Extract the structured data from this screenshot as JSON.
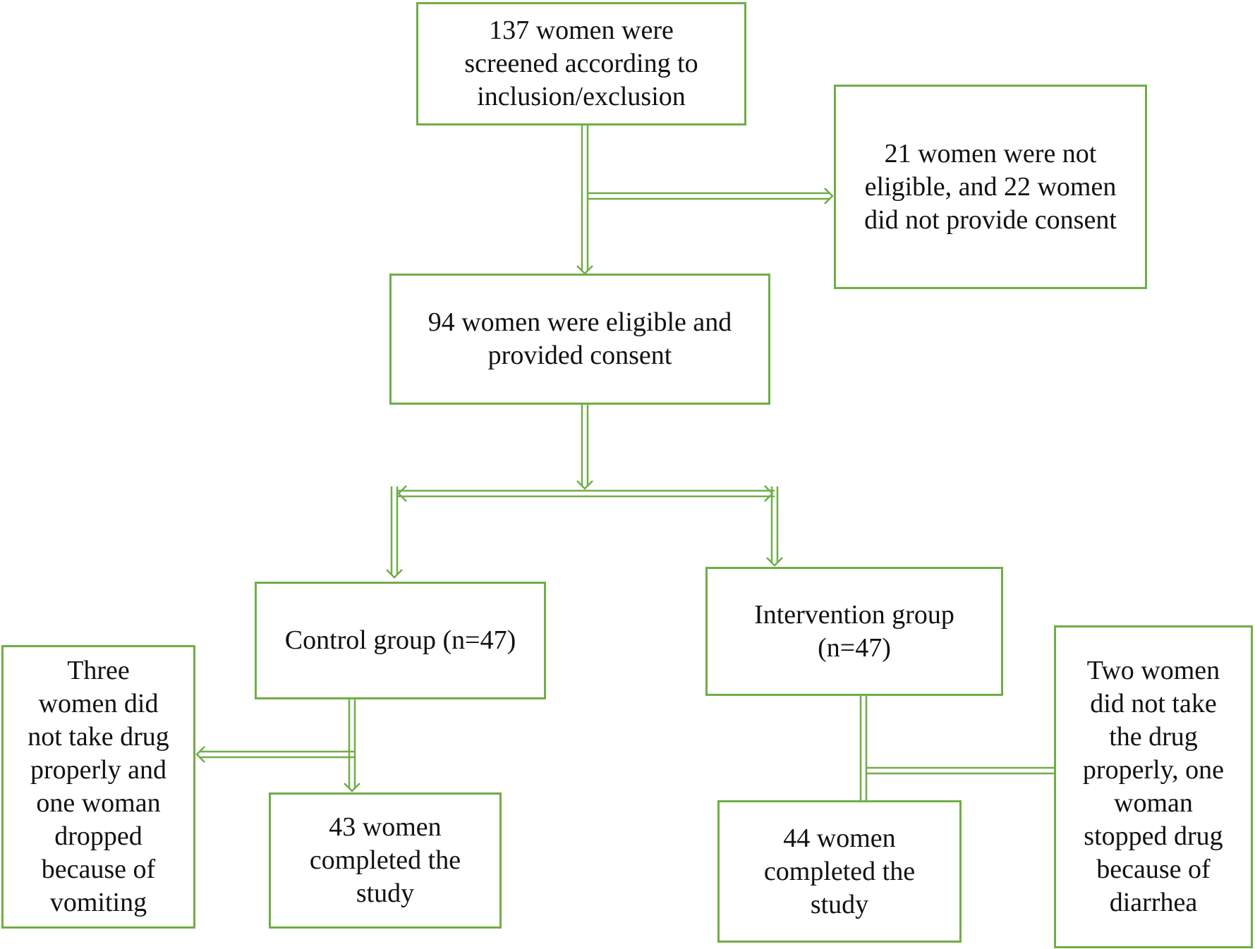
{
  "diagram": {
    "line_color": "#70ad47",
    "nodes": {
      "screened": "137 women were\nscreened according to\ninclusion/exclusion",
      "excluded": "21 women were not\neligible, and 22 women\ndid not provide consent",
      "eligible": "94 women were eligible and\nprovided consent",
      "control": "Control group (n=47)",
      "intervention": "Intervention group\n(n=47)",
      "control_dropout": "Three\nwomen did\nnot take drug\nproperly and\none woman\ndropped\nbecause of\nvomiting",
      "control_completed": "43 women\ncompleted the\nstudy",
      "intervention_completed": "44 women\ncompleted the\nstudy",
      "intervention_dropout": "Two women\ndid not take\nthe drug\nproperly, one\nwoman\nstopped drug\nbecause of\ndiarrhea"
    }
  }
}
